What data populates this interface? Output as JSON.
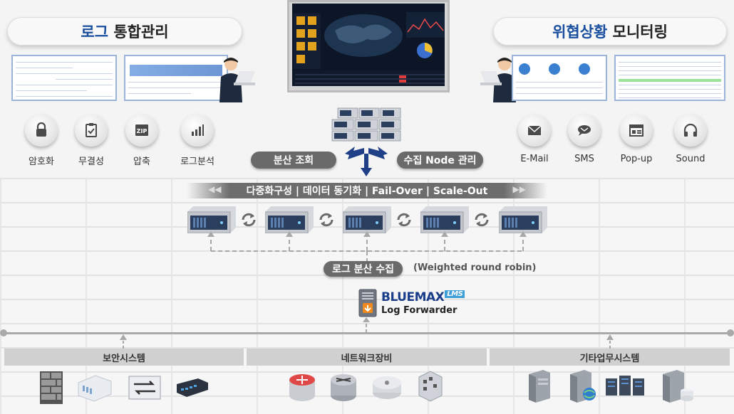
{
  "left_title": {
    "highlight": "로그",
    "rest": "통합관리"
  },
  "right_title": {
    "highlight": "위협상황",
    "rest": "모니터링"
  },
  "left_features": [
    {
      "label": "암호화",
      "icon": "lock-icon"
    },
    {
      "label": "무결성",
      "icon": "clipboard-check-icon"
    },
    {
      "label": "압축",
      "icon": "zip-icon"
    },
    {
      "label": "로그분석",
      "icon": "bar-chart-icon"
    }
  ],
  "right_features": [
    {
      "label": "E-Mail",
      "icon": "envelope-icon"
    },
    {
      "label": "SMS",
      "icon": "sms-icon"
    },
    {
      "label": "Pop-up",
      "icon": "popup-window-icon"
    },
    {
      "label": "Sound",
      "icon": "headphones-icon"
    }
  ],
  "distributed_query": "분산 조회",
  "node_management": "수집 Node 관리",
  "cluster_banner": "다중화구성 | 데이터 동기화  |  Fail-Over | Scale-Out",
  "collect_label": "로그 분산 수집",
  "collect_method": "(Weighted round robin)",
  "brand": {
    "name": "BLUEMAX",
    "badge": "LMS",
    "product": "Log Forwarder"
  },
  "categories": [
    "보안시스템",
    "네트워크장비",
    "기타업무시스템"
  ],
  "colors": {
    "accent": "#1a4fa0",
    "pill_gray": "#6a6a6a",
    "arrow_blue": "#1f3f86"
  }
}
